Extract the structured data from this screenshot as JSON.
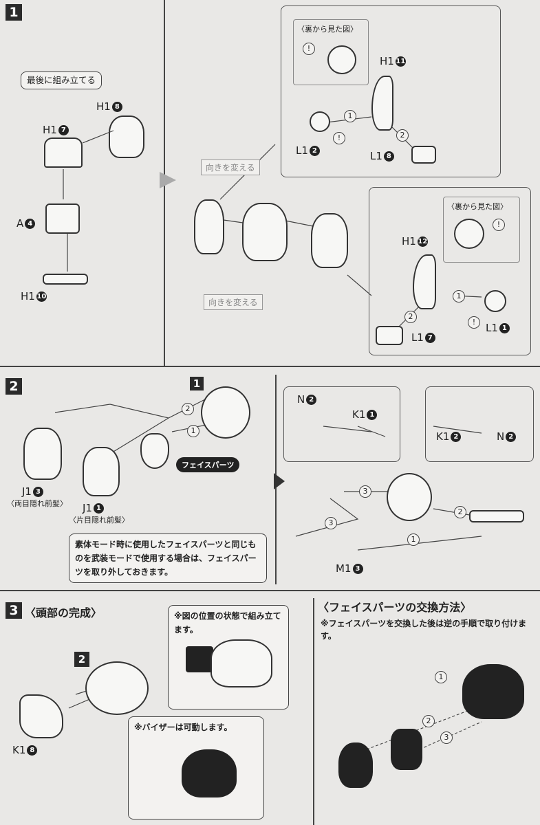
{
  "section1": {
    "step": "1",
    "build_last": "最後に組み立てる",
    "h1_8": "H1",
    "h1_8n": "8",
    "h1_7": "H1",
    "h1_7n": "7",
    "a4": "A",
    "a4n": "4",
    "h1_10": "H1",
    "h1_10n": "10",
    "turn1": "向きを変える",
    "turn2": "向きを変える",
    "back_view1": "〈裏から見た図〉",
    "back_view2": "〈裏から見た図〉",
    "h1_11": "H1",
    "h1_11n": "11",
    "l1_2": "L1",
    "l1_2n": "2",
    "l1_8": "L1",
    "l1_8n": "8",
    "h1_12": "H1",
    "h1_12n": "12",
    "l1_7": "L1",
    "l1_7n": "7",
    "l1_1": "L1",
    "l1_1n": "1",
    "s1": "1",
    "s2": "2",
    "s3": "1",
    "s4": "2"
  },
  "section2": {
    "step": "2",
    "ref": "1",
    "j1_3": "J1",
    "j1_3n": "3",
    "j1_3d": "〈両目隠れ前髪〉",
    "j1_1": "J1",
    "j1_1n": "1",
    "j1_1d": "〈片目隠れ前髪〉",
    "face": "フェイスパーツ",
    "note": "素体モード時に使用したフェイスパーツと同じものを武装モードで使用する場合は、フェイスパーツを取り外しておきます。",
    "n2a": "N",
    "n2an": "2",
    "k1_1": "K1",
    "k1_1n": "1",
    "k1_2": "K1",
    "k1_2n": "2",
    "n2b": "N",
    "n2bn": "2",
    "m1_3": "M1",
    "m1_3n": "3",
    "s1": "2",
    "s2": "1",
    "s3": "3",
    "s4": "3",
    "s5": "2",
    "s6": "1"
  },
  "section3": {
    "step": "3",
    "title": "〈頭部の完成〉",
    "ref": "2",
    "note1": "※図の位置の状態で組み立てます。",
    "note2": "※バイザーは可動します。",
    "k1_8": "K1",
    "k1_8n": "8",
    "swap_title": "〈フェイスパーツの交換方法〉",
    "swap_note": "※フェイスパーツを交換した後は逆の手順で取り付けます。",
    "s1": "1",
    "s2": "2",
    "s3": "3"
  }
}
